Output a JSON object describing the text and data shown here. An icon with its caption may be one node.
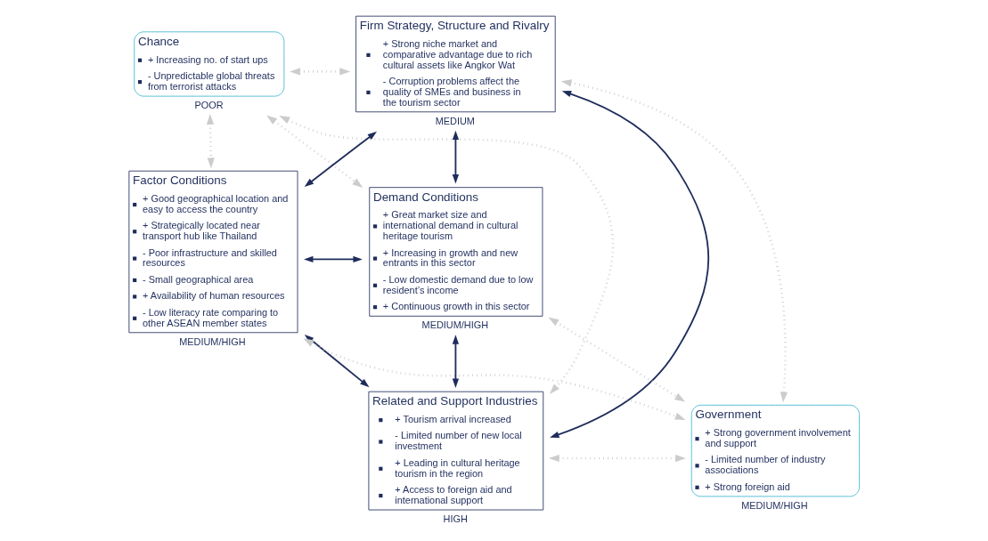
{
  "diagram": {
    "nodes": [
      {
        "text": [
          "Chance",
          "+ Increasing no. of start ups",
          "- Unpredictable global threats from terrorist attacks"
        ],
        "beside": [
          "POOR"
        ]
      },
      {
        "text": [
          "Firm Strategy, Structure and Rivalry",
          "+ Strong niche market and comparative advantage due to rich cultural assets like Angkor Wat",
          "- Corruption problems affect the quality of SMEs and business in the tourism sector"
        ],
        "beside": [
          "MEDIUM"
        ]
      },
      {
        "text": [
          "Factor Conditions",
          "+ Good geographical location and easy to access the country",
          "+ Strategically located near transport hub like Thailand",
          "- Poor infrastructure and skilled resources",
          "- Small geographical area",
          "+ Availability of human resources",
          "- Low literacy rate comparing to other ASEAN member states"
        ],
        "beside": [
          "MEDIUM/HIGH"
        ]
      },
      {
        "text": [
          "Demand Conditions",
          "+ Great market size and international demand in cultural heritage tourism",
          "+ Increasing in growth and new entrants in this sector",
          "- Low domestic demand due to low resident’s income",
          "+ Continuous growth in this sector"
        ],
        "beside": [
          "MEDIUM/HIGH"
        ]
      },
      {
        "text": [
          "Related and Support Industries",
          "+ Tourism arrival increased",
          "- Limited number of new local investment",
          "+ Leading in cultural heritage tourism in the region",
          "+ Access to foreign aid and international support"
        ],
        "beside": [
          "HIGH"
        ]
      },
      {
        "text": [
          "Government",
          "+ Strong government involvement and support",
          "- Limited number of industry associations",
          "+ Strong foreign aid"
        ],
        "beside": [
          "MEDIUM/HIGH"
        ]
      }
    ],
    "edges": [
      {
        "from": 1,
        "to": 2,
        "arrow": "both",
        "color": "#1f2d5c"
      },
      {
        "from": 1,
        "to": 3,
        "arrow": "both",
        "color": "#1f2d5c"
      },
      {
        "from": 1,
        "to": 4,
        "arrow": "both",
        "color": "#1f2d5c"
      },
      {
        "from": 2,
        "to": 3,
        "arrow": "both",
        "color": "#1f2d5c"
      },
      {
        "from": 2,
        "to": 4,
        "arrow": "both",
        "color": "#1f2d5c"
      },
      {
        "from": 4,
        "to": 3,
        "arrow": "both",
        "color": "#1f2d5c"
      },
      {
        "from": 0,
        "to": 1,
        "arrow": "both",
        "style": "dashed"
      },
      {
        "from": 0,
        "to": 2,
        "arrow": "both",
        "style": "dashed"
      },
      {
        "from": 0,
        "to": 3,
        "arrow": "both",
        "style": "dashed"
      },
      {
        "from": 0,
        "to": 4,
        "arrow": "both",
        "style": "dashed"
      },
      {
        "from": 1,
        "to": 5,
        "arrow": "both",
        "style": "dashed"
      },
      {
        "from": 2,
        "to": 5,
        "arrow": "both",
        "style": "dashed"
      },
      {
        "from": 3,
        "to": 5,
        "arrow": "both",
        "style": "dashed"
      },
      {
        "from": 4,
        "to": 5,
        "arrow": "both",
        "style": "dashed"
      }
    ]
  }
}
